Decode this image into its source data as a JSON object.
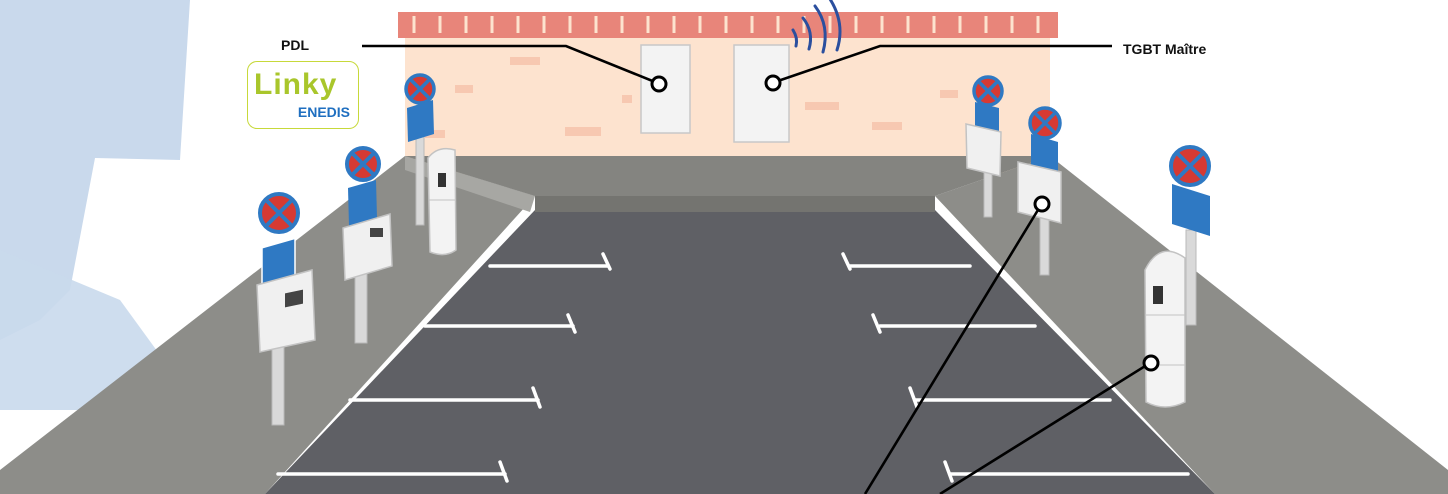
{
  "labels": {
    "pdl": "PDL",
    "tgbt": "TGBT Maître"
  },
  "logo": {
    "linky": "Linky",
    "enedis": "ENEDIS"
  },
  "colors": {
    "background_shape": "#c9d9ec",
    "wall": "#fde3cf",
    "wall_bricks": "#f7c8b1",
    "roof": "#e8857a",
    "asphalt": "#5f6065",
    "sidewalk": "#8d8d89",
    "parking_lines": "#ffffff",
    "no_parking_sign": "#d63a33",
    "ev_sign": "#2f79c3",
    "linky_green": "#a9c62b",
    "enedis_blue": "#1f6fc0",
    "callout_line": "#000000"
  },
  "icons": [
    "wifi-signal-icon",
    "no-parking-sign-icon",
    "ev-charging-sign-icon",
    "wallbox-charger-icon",
    "pillar-charger-icon"
  ]
}
